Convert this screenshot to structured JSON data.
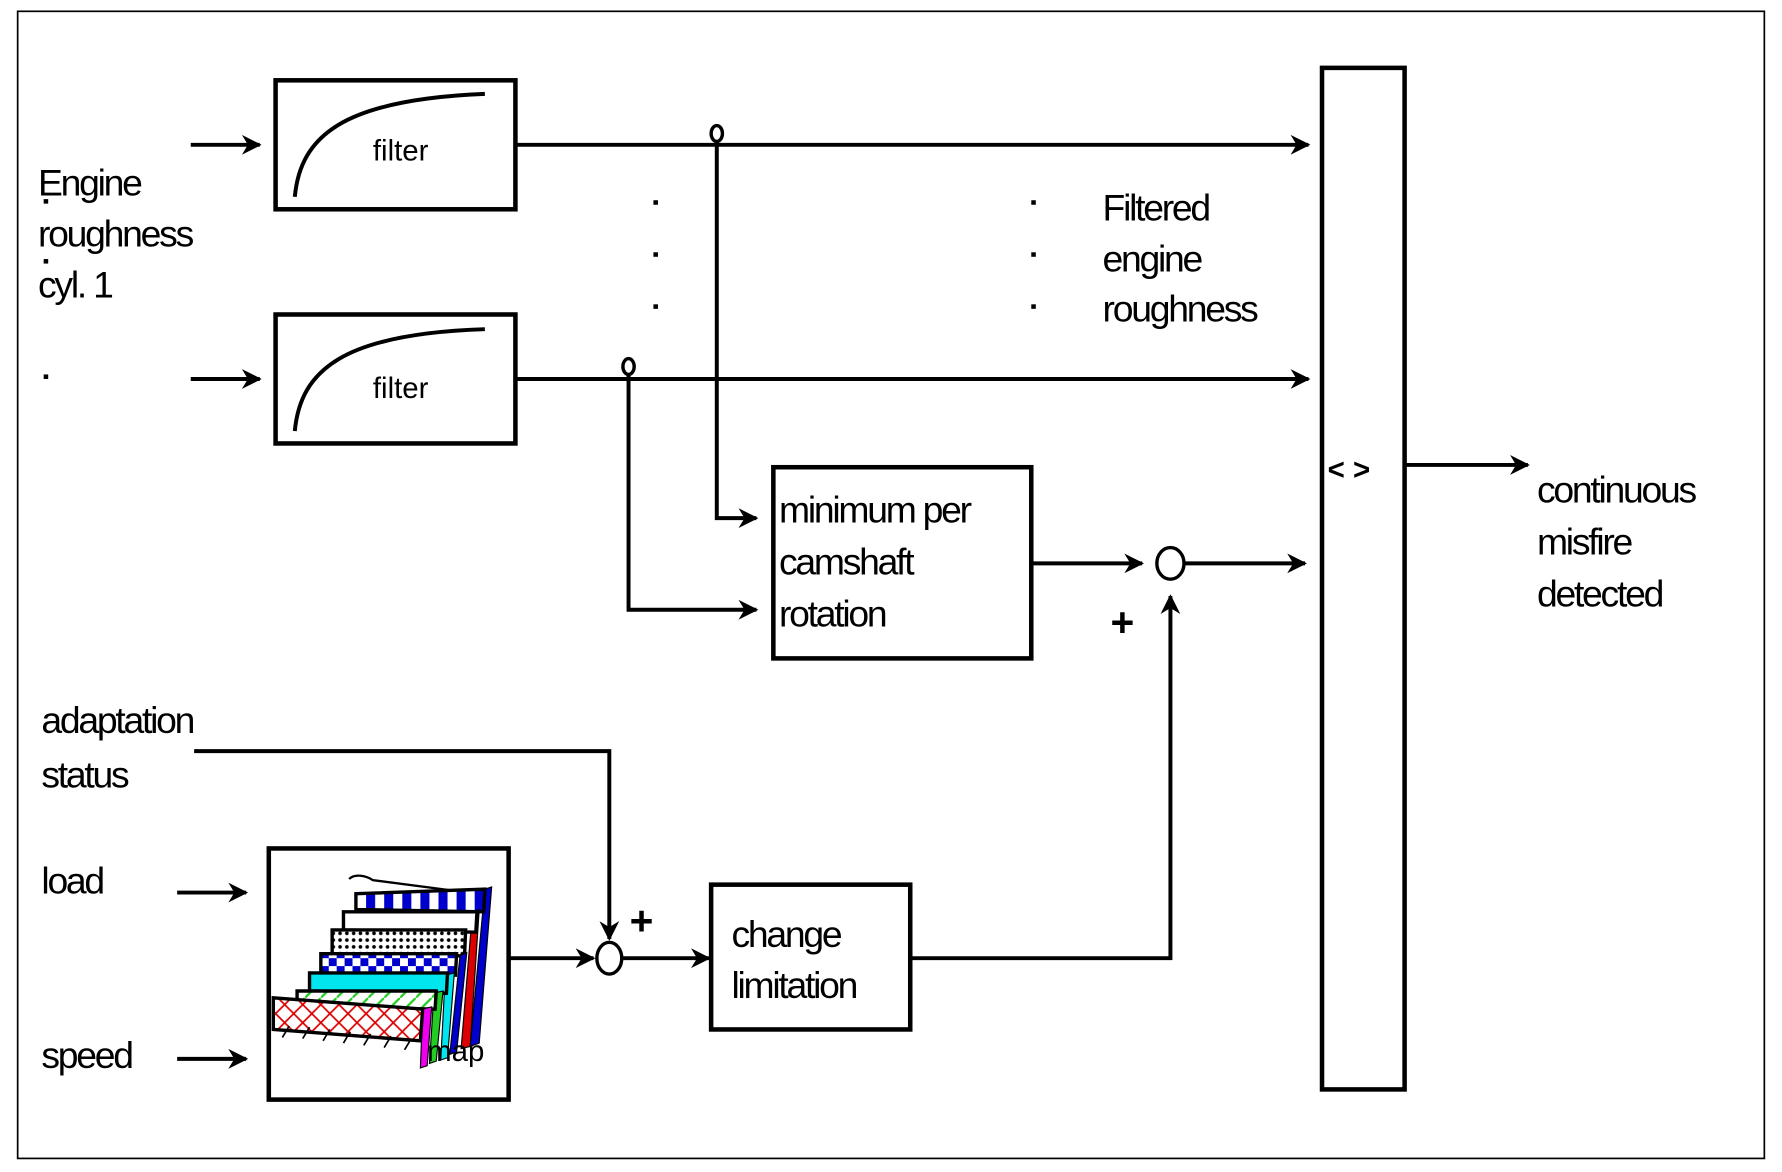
{
  "diagram": {
    "title": "Continuous misfire detection block diagram",
    "inputs": {
      "engine_roughness": [
        "Engine",
        "roughness",
        "cyl. 1"
      ],
      "adaptation_status": [
        "adaptation",
        "status"
      ],
      "load": "load",
      "speed": "speed"
    },
    "blocks": {
      "filter_1": "filter",
      "filter_2": "filter",
      "minimum": [
        "minimum per",
        "camshaft",
        "rotation"
      ],
      "map": "map",
      "change_limitation": [
        "change",
        "limitation"
      ],
      "comparator": "< >"
    },
    "labels": {
      "filtered_roughness": [
        "Filtered",
        "engine",
        "roughness"
      ],
      "plus_upper": "+",
      "plus_lower": "+"
    },
    "output": [
      "continuous",
      "misfire",
      "detected"
    ],
    "colors": {
      "stroke": "#000000",
      "background": "#ffffff",
      "map_blue": "#0000cc",
      "map_cyan": "#00e5ee",
      "map_red": "#dd0000",
      "map_green": "#22cc22",
      "map_magenta": "#ee00ee"
    }
  }
}
